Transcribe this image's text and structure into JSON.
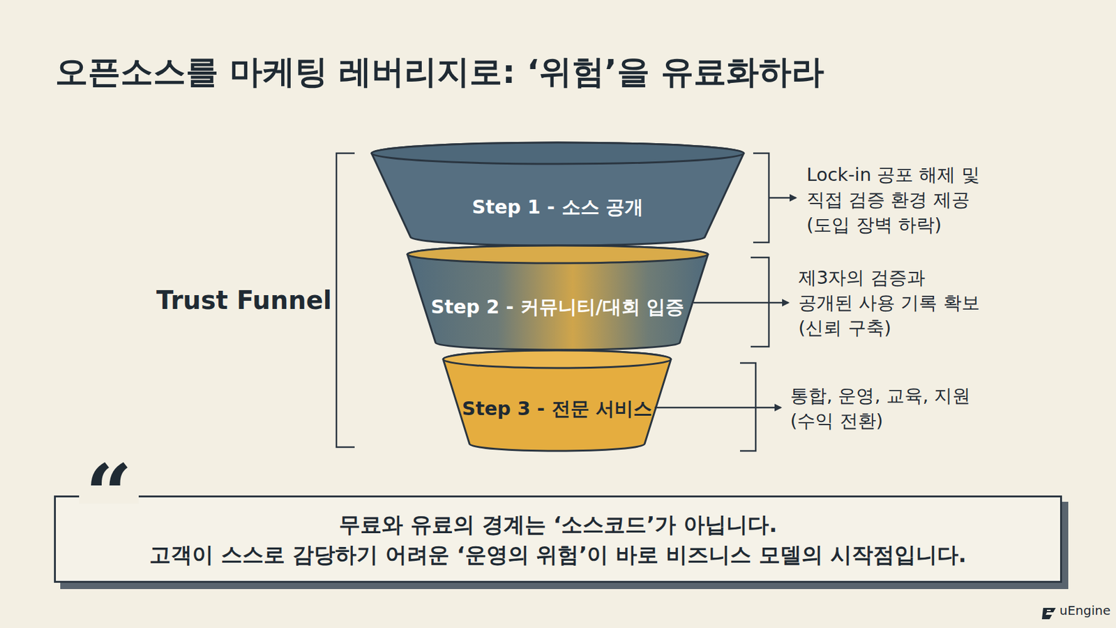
{
  "diagram": {
    "title": "오픈소스를 마케팅 레버리지로: ‘위험’을 유료화하라",
    "nodes": [
      {
        "text": [
          "Step 1 - 소스 공개"
        ]
      },
      {
        "text": [
          "Step 2 - 커뮤니티/대회 입증"
        ]
      },
      {
        "text": [
          "Step 3 - 전문 서비스"
        ]
      },
      {
        "text": [
          "무료와 유료의 경계는 ‘소스코드’가 아닙니다. 고객이 스스로 감당하기 어려운 ‘운영의 위험’이 바로 비즈니스 모델의 시작점입니다."
        ]
      }
    ],
    "labels": [
      "Trust Funnel",
      "Lock-in 공포 해제 및 직접 검증 환경 제공 (도입 장벽 하락)",
      "제3자의 검증과 공개된 사용 기록 확보 (신뢰 구축)",
      "통합, 운영, 교육, 지원 (수익 전환)",
      "“",
      "uEngine"
    ]
  }
}
